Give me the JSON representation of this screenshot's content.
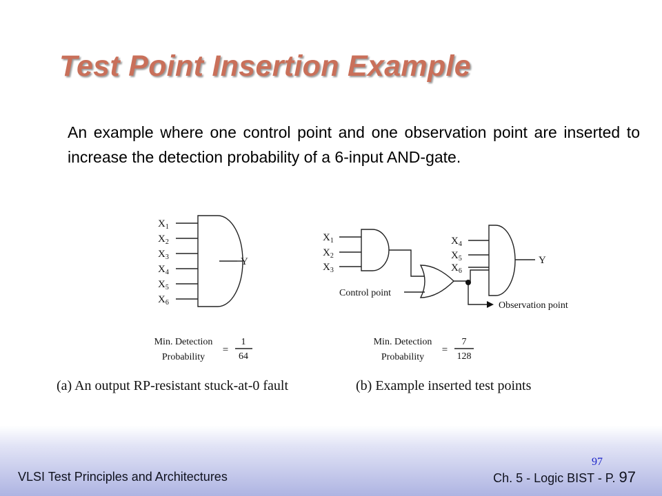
{
  "title": "Test Point Insertion Example",
  "intro": "An example where one control point and one observation point are inserted to increase the detection probability of a 6-input AND-gate.",
  "diagram_a": {
    "inputs": [
      {
        "base": "X",
        "sub": "1"
      },
      {
        "base": "X",
        "sub": "2"
      },
      {
        "base": "X",
        "sub": "3"
      },
      {
        "base": "X",
        "sub": "4"
      },
      {
        "base": "X",
        "sub": "5"
      },
      {
        "base": "X",
        "sub": "6"
      }
    ],
    "output": "Y",
    "prob_label_line1": "Min. Detection",
    "prob_label_line2": "Probability",
    "equals": "=",
    "numerator": "1",
    "denominator": "64",
    "caption": "(a) An output RP-resistant stuck-at-0 fault"
  },
  "diagram_b": {
    "inputs_left": [
      {
        "base": "X",
        "sub": "1"
      },
      {
        "base": "X",
        "sub": "2"
      },
      {
        "base": "X",
        "sub": "3"
      }
    ],
    "inputs_right": [
      {
        "base": "X",
        "sub": "4"
      },
      {
        "base": "X",
        "sub": "5"
      },
      {
        "base": "X",
        "sub": "6"
      }
    ],
    "control_label": "Control point",
    "observation_label": "Observation point",
    "output": "Y",
    "prob_label_line1": "Min. Detection",
    "prob_label_line2": "Probability",
    "equals": "=",
    "numerator": "7",
    "denominator": "128",
    "caption": "(b) Example inserted test points"
  },
  "footer": {
    "left": "VLSI Test Principles and Architectures",
    "small_page": "97",
    "right_prefix": "Ch. 5 - Logic BIST - P.",
    "right_page": "97"
  },
  "colors": {
    "title": "#c9705a",
    "footer_band": "#aeb4e2",
    "small_page": "#1a22c8"
  }
}
